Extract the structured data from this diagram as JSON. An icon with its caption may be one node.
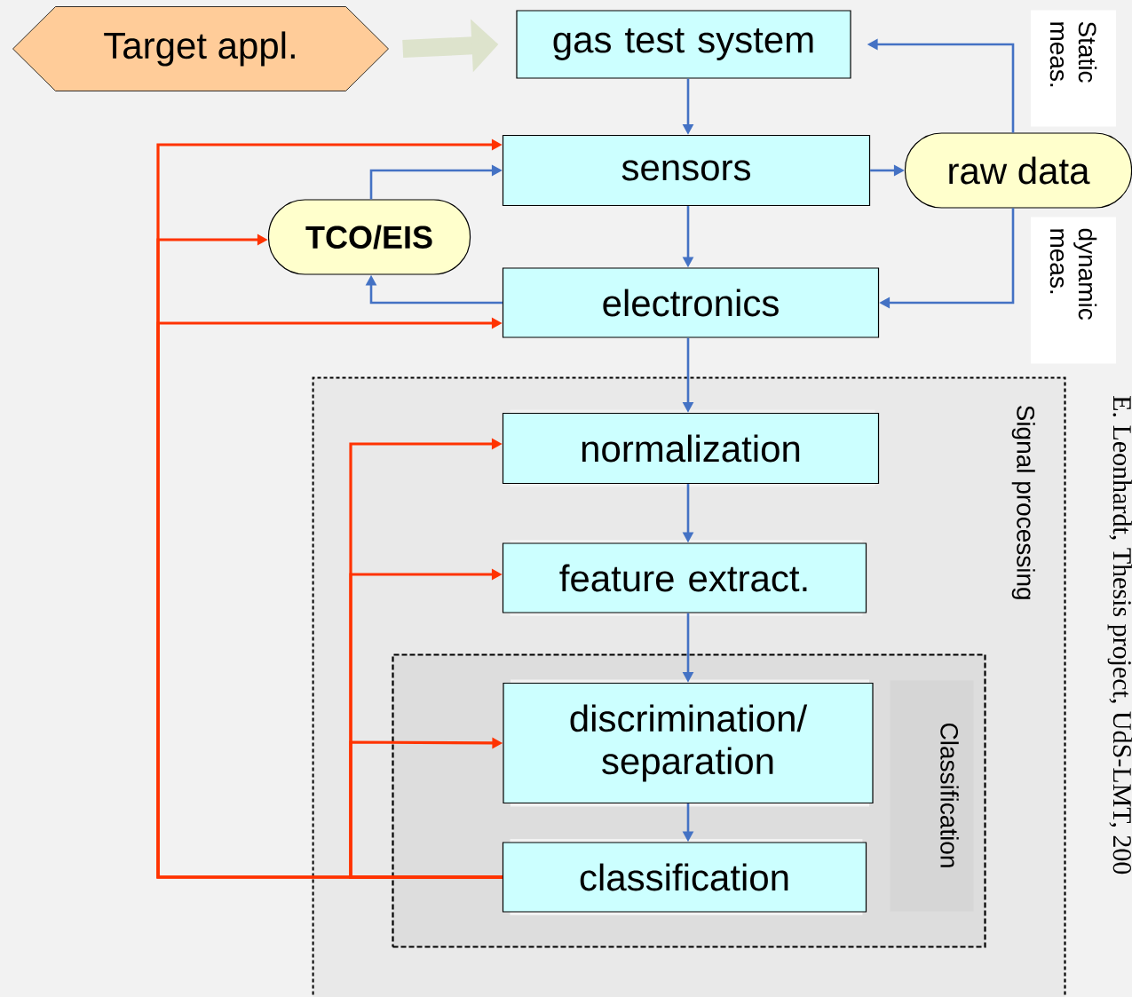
{
  "diagram": {
    "nodes": [
      {
        "text": [
          "Target appl."
        ]
      },
      {
        "text": [
          "gas test system"
        ]
      },
      {
        "text": [
          "sensors"
        ]
      },
      {
        "text": [
          "raw data"
        ]
      },
      {
        "text": [
          "TCO/EIS"
        ]
      },
      {
        "text": [
          "electronics"
        ]
      },
      {
        "text": [
          "Signal processing"
        ]
      },
      {
        "text": [
          "normalization"
        ],
        "in": 6
      },
      {
        "text": [
          "feature extract."
        ],
        "in": 6
      },
      {
        "text": [
          "Classification"
        ],
        "in": 6
      },
      {
        "text": [
          "discrimination/ separation"
        ],
        "in": 9
      },
      {
        "text": [
          "classification"
        ],
        "in": 9
      },
      {
        "text": [
          "Static meas."
        ]
      },
      {
        "text": [
          "dynamic meas."
        ]
      }
    ],
    "edges": [
      {
        "from": 0,
        "to": 1,
        "arrow": "to",
        "style": "thick",
        "color": "#dde3cc"
      },
      {
        "from": 1,
        "to": 2,
        "arrow": "to"
      },
      {
        "from": 2,
        "to": 3,
        "arrow": "to"
      },
      {
        "from": 3,
        "to": 1,
        "arrow": "to"
      },
      {
        "from": 3,
        "to": 5,
        "arrow": "to"
      },
      {
        "from": 2,
        "to": 5,
        "arrow": "to"
      },
      {
        "from": 4,
        "to": 2,
        "arrow": "to"
      },
      {
        "from": 5,
        "to": 4,
        "arrow": "to"
      },
      {
        "from": 5,
        "to": 7,
        "arrow": "to"
      },
      {
        "from": 7,
        "to": 8,
        "arrow": "to"
      },
      {
        "from": 8,
        "to": 10,
        "arrow": "to"
      },
      {
        "from": 10,
        "to": 11,
        "arrow": "to"
      },
      {
        "from": 11,
        "to": 2,
        "arrow": "to",
        "color": "#ff3300"
      },
      {
        "from": 11,
        "to": 4,
        "arrow": "to",
        "color": "#ff3300"
      },
      {
        "from": 11,
        "to": 5,
        "arrow": "to",
        "color": "#ff3300"
      },
      {
        "from": 11,
        "to": 7,
        "arrow": "to",
        "color": "#ff3300"
      },
      {
        "from": 11,
        "to": 8,
        "arrow": "to",
        "color": "#ff3300"
      },
      {
        "from": 11,
        "to": 10,
        "arrow": "to",
        "color": "#ff3300"
      }
    ],
    "labels": [
      "E. Leonhardt, Thesis project, UdS-LMT, 200"
    ]
  }
}
